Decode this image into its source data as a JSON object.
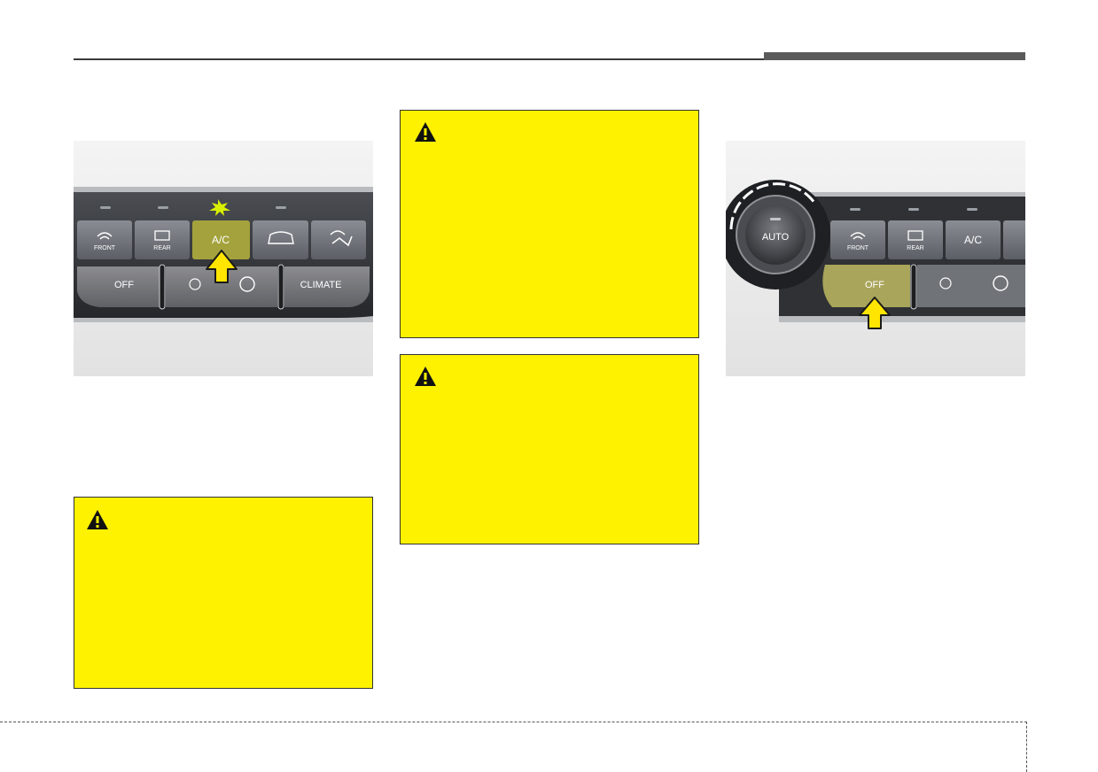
{
  "page": {
    "background": "#ffffff",
    "warning_color": "#fff200"
  },
  "left_image": {
    "buttons": [
      "FRONT",
      "REAR",
      "A/C"
    ],
    "lower_row": [
      "OFF",
      "CLIMATE"
    ],
    "arrow_color": "#ffe500"
  },
  "right_image": {
    "knob_label": "AUTO",
    "buttons": [
      "FRONT",
      "REAR",
      "A/C"
    ],
    "lower_row": [
      "OFF"
    ]
  },
  "warnings": [
    {
      "icon": "warning-triangle-icon"
    },
    {
      "icon": "warning-triangle-icon"
    },
    {
      "icon": "warning-triangle-icon"
    }
  ]
}
